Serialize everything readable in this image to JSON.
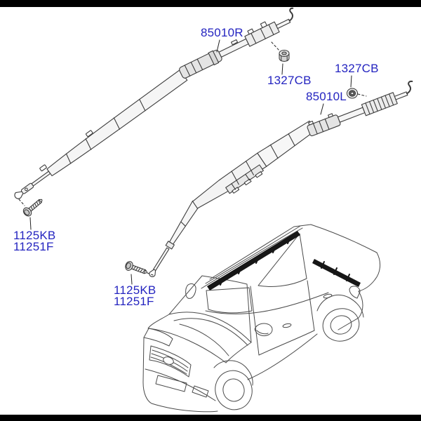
{
  "diagram": {
    "description": "Curtain air bag parts diagram with vehicle illustration",
    "callouts": {
      "curtain_right": {
        "code": "85010R"
      },
      "nut_upper": {
        "code": "1327CB"
      },
      "grommet_right": {
        "code": "1327CB"
      },
      "curtain_left": {
        "code": "85010L"
      },
      "bolt_left": {
        "line1": "1125KB",
        "line2": "11251F"
      },
      "bolt_mid": {
        "line1": "1125KB",
        "line2": "11251F"
      }
    },
    "colors": {
      "callout_label": "#2424c0",
      "line_art": "#4a4a4a",
      "airbag_band": "#161616",
      "letterbox_bar": "#000000",
      "background": "#ffffff"
    }
  }
}
